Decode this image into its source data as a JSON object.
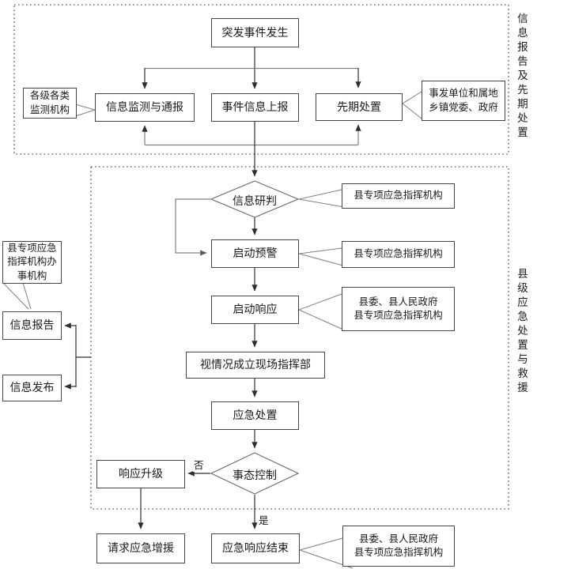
{
  "colors": {
    "line_dark": "#2e2e2e",
    "line_gray": "#808080",
    "border": "#454545",
    "diamond": "#6f6f6f",
    "text": "#1a1a1a",
    "bg": "#ffffff"
  },
  "section_labels": [
    {
      "text": "信息报告及先期处置"
    },
    {
      "text": "县级应急处置与救援"
    }
  ],
  "nodes": {
    "event": "突发事件发生",
    "monitor": "信息监测与通报",
    "report_up": "事件信息上报",
    "initial_disposal": "先期处置",
    "judge": "信息研判",
    "warning": "启动预警",
    "response": "启动响应",
    "site_command": "视情况成立现场指挥部",
    "disposal": "应急处置",
    "control": "事态控制",
    "upgrade": "响应升级",
    "reinforce": "请求应急增援",
    "end": "应急响应结束",
    "info_report": "信息报告",
    "info_publish": "信息发布"
  },
  "callouts": {
    "monitoring_orgs": {
      "lines": [
        "各级各类",
        "监测机构"
      ]
    },
    "incident_unit": {
      "lines": [
        "事发单位和属地",
        "乡镇党委、政府"
      ]
    },
    "county_special_cmd_1": {
      "lines": [
        "县专项应急指挥机构"
      ]
    },
    "county_special_cmd_2": {
      "lines": [
        "县专项应急指挥机构"
      ]
    },
    "county_gov_cmd_1": {
      "lines": [
        "县委、县人民政府",
        "县专项应急指挥机构"
      ]
    },
    "county_gov_cmd_2": {
      "lines": [
        "县委、县人民政府",
        "县专项应急指挥机构"
      ]
    },
    "cmd_office": {
      "lines": [
        "县专项应急",
        "指挥机构办",
        "事机构"
      ]
    }
  },
  "edge_labels": {
    "no": "否",
    "yes": "是"
  },
  "edges": [
    {
      "from": "event",
      "to": "monitor"
    },
    {
      "from": "event",
      "to": "report_up"
    },
    {
      "from": "event",
      "to": "initial_disposal"
    },
    {
      "from": "report_up",
      "to": "monitor"
    },
    {
      "from": "report_up",
      "to": "initial_disposal"
    },
    {
      "from": "report_up",
      "to": "judge"
    },
    {
      "from": "judge",
      "to": "warning"
    },
    {
      "from": "judge",
      "to": "warning",
      "via": "left_loop"
    },
    {
      "from": "warning",
      "to": "response"
    },
    {
      "from": "response",
      "to": "site_command"
    },
    {
      "from": "site_command",
      "to": "disposal"
    },
    {
      "from": "disposal",
      "to": "control"
    },
    {
      "from": "control",
      "to": "upgrade",
      "label": "否"
    },
    {
      "from": "control",
      "to": "end",
      "label": "是"
    },
    {
      "from": "upgrade",
      "to": "reinforce"
    },
    {
      "from": "county_process",
      "to": "info_report"
    },
    {
      "from": "county_process",
      "to": "info_publish"
    }
  ]
}
